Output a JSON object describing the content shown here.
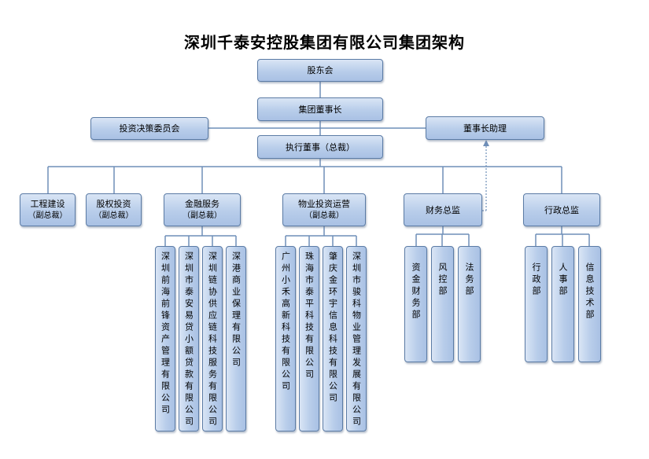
{
  "title": "深圳千泰安控股集团有限公司集团架构",
  "top": {
    "shareholders": "股东会",
    "chairman": "集团董事长",
    "investment_committee": "投资决策委员会",
    "chairman_assistant": "董事长助理",
    "executive_director": "执行董事（总裁）"
  },
  "departments": {
    "engineering": {
      "name": "工程建设",
      "sub": "（副总裁）"
    },
    "equity": {
      "name": "股权投资",
      "sub": "（副总裁）"
    },
    "finance_service": {
      "name": "金融服务",
      "sub": "（副总裁）"
    },
    "property": {
      "name": "物业投资运营",
      "sub": "（副总裁）"
    },
    "finance_director": {
      "name": "财务总监"
    },
    "admin_director": {
      "name": "行政总监"
    }
  },
  "finance_service_units": [
    "深圳前海前锋资产管理有限公司",
    "深圳市泰安易贷小额贷款有限公司",
    "深圳链协供应链科技服务有限公司",
    "深港商业保理有限公司"
  ],
  "property_units": [
    "广州小禾高新科技有限公司",
    "珠海市泰平科技有限公司",
    "肇庆金环宇信息科技有限公司",
    "深圳市骏科物业管理发展有限公司"
  ],
  "finance_director_units": [
    "资金财务部",
    "风控部",
    "法务部"
  ],
  "admin_director_units": [
    "行政部",
    "人事部",
    "信息技术部"
  ]
}
